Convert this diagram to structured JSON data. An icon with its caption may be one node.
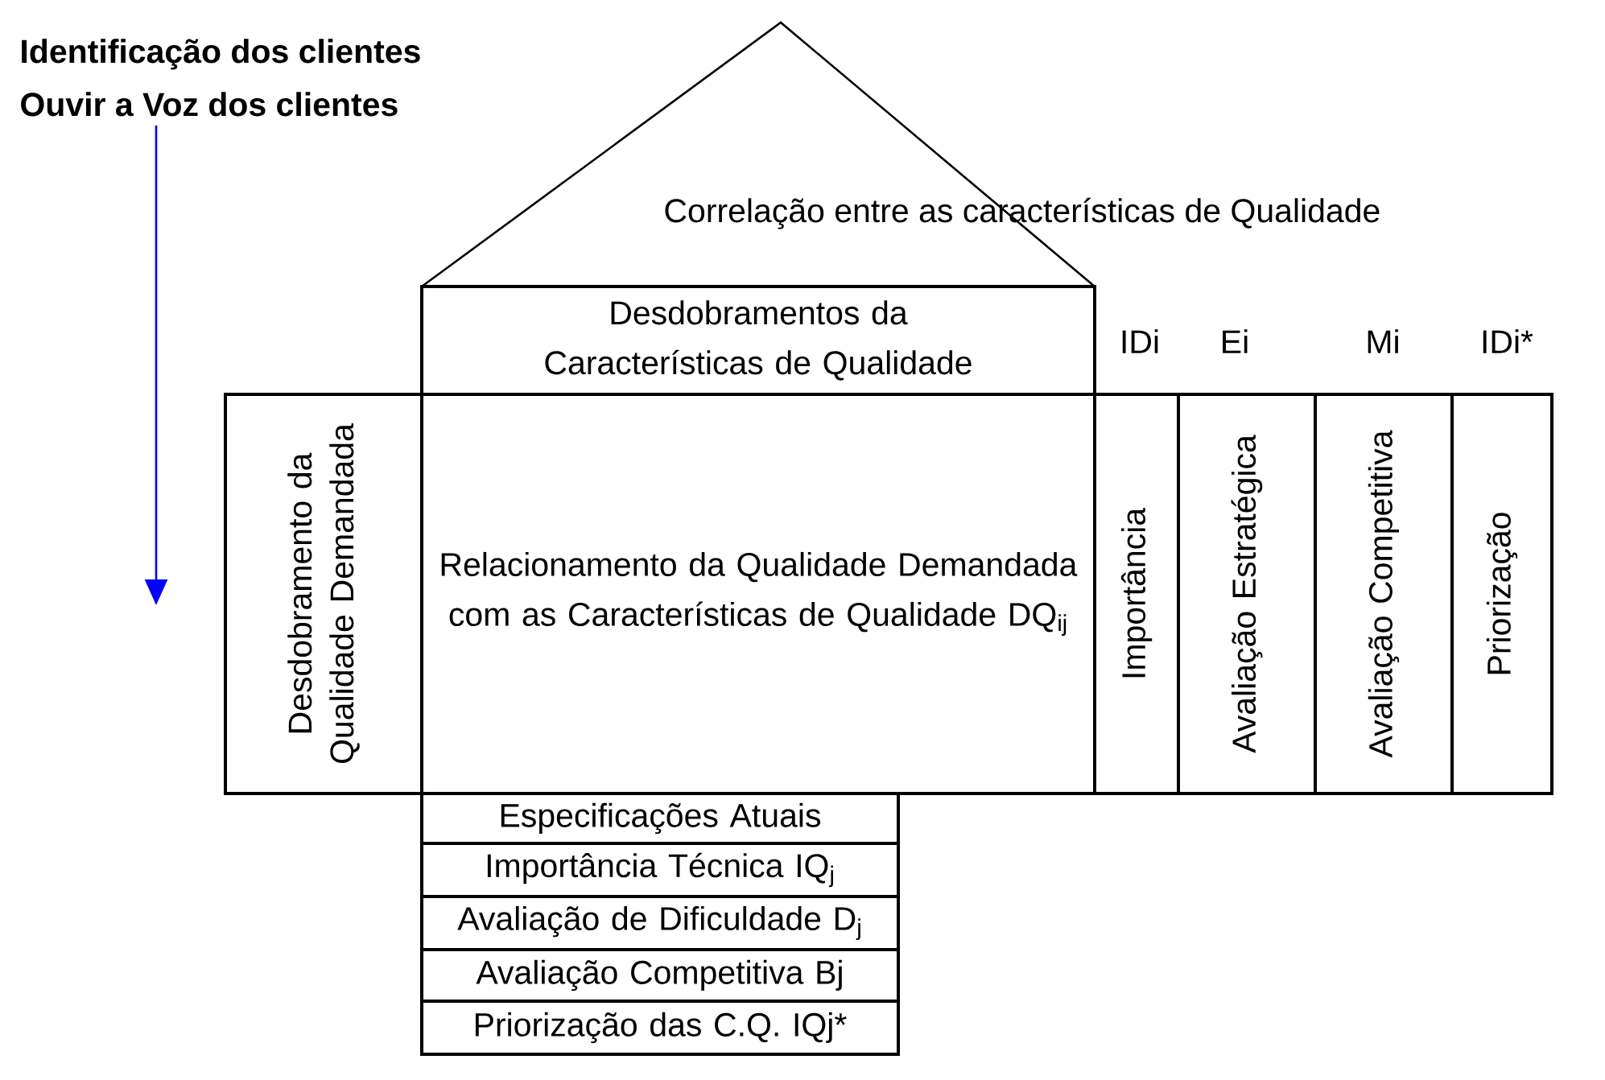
{
  "diagram": {
    "nodes": [
      {
        "text": [
          "Correlação entre as características de Qualidade"
        ]
      },
      {
        "text": [
          "Desdobramentos da Características de Qualidade"
        ]
      },
      {
        "text": [
          "Desdobramento da Qualidade Demandada"
        ]
      },
      {
        "text": [
          "Relacionamento da Qualidade Demandada com as Características de Qualidade DQ$_{ij}$"
        ]
      },
      {
        "text": [
          "Importância"
        ],
        "beside": [
          "IDi"
        ]
      },
      {
        "text": [
          "Avaliação Estratégica"
        ],
        "beside": [
          "Ei"
        ]
      },
      {
        "text": [
          "Avaliação Competitiva"
        ],
        "beside": [
          "Mi"
        ]
      },
      {
        "text": [
          "Priorização"
        ],
        "beside": [
          "IDi*"
        ]
      },
      {
        "text": [
          "Especificações Atuais"
        ]
      },
      {
        "text": [
          "Importância Técnica IQ$_{j}$"
        ]
      },
      {
        "text": [
          "Avaliação de Dificuldade D$_{j}$"
        ]
      },
      {
        "text": [
          "Avaliação Competitiva Bj"
        ]
      },
      {
        "text": [
          "Priorização das C.Q. IQj*"
        ]
      }
    ],
    "labels": [
      "Identificação dos clientes",
      "Ouvir a Voz dos clientes"
    ]
  }
}
